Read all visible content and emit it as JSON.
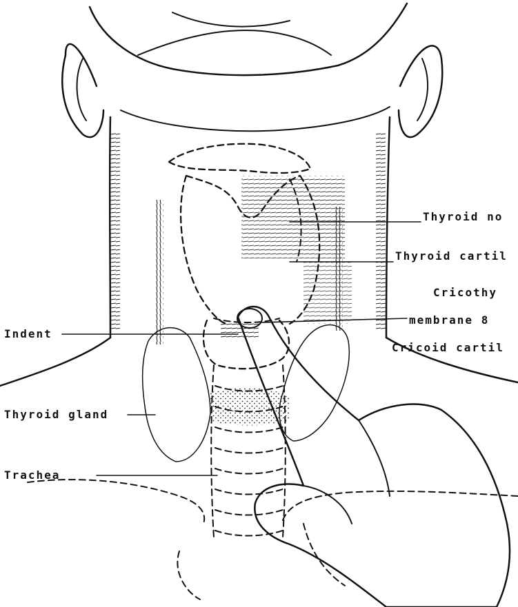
{
  "labels": {
    "thyroid_notch": "Thyroid no",
    "thyroid_cartilage": "Thyroid cartil",
    "cricothyroid_line1": "Cricothy",
    "cricothyroid_line2": "membrane 8",
    "cricoid_cartilage": "Cricoid cartil",
    "indent": "Indent",
    "thyroid_gland": "Thyroid gland",
    "trachea": "Trachea"
  },
  "colors": {
    "ink": "#111111",
    "paper": "#ffffff"
  }
}
